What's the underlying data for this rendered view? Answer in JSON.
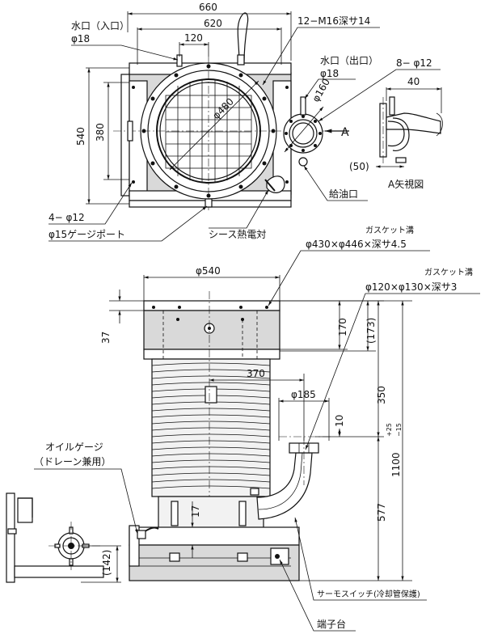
{
  "top_view": {
    "dim_660": "660",
    "dim_620": "620",
    "dim_120": "120",
    "dim_540": "540",
    "dim_380": "380",
    "dim_480": "φ480",
    "dim_160": "φ160",
    "water_in_label": "水口（入口）",
    "water_in_size": "φ18",
    "bolt_label": "12−M16深サ14",
    "water_out_label": "水口（出口）",
    "water_out_size": "φ18",
    "holes_8": "8− φ12",
    "arrow_a": "A",
    "holes_4": "4− φ12",
    "gauge_port": "φ15ゲージポート",
    "oil_fill": "給油口",
    "sheath_tc": "シース熱電対"
  },
  "a_view": {
    "dim_40": "40",
    "dim_50": "(50)",
    "title": "A矢視図"
  },
  "front_view": {
    "dim_540": "φ540",
    "dim_37": "37",
    "dim_170": "170",
    "dim_173": "(173)",
    "dim_370": "370",
    "dim_185": "φ185",
    "dim_10": "10",
    "dim_350": "350",
    "dim_1100": "1100",
    "dim_1100_tol_plus": "+25",
    "dim_1100_tol_minus": "−15",
    "dim_17": "17",
    "dim_577": "577",
    "dim_142": "(142)",
    "gasket1_title": "ガスケット溝",
    "gasket1_dims": "φ430×φ446×深サ4.5",
    "gasket2_title": "ガスケット溝",
    "gasket2_dims": "φ120×φ130×深サ3",
    "oil_gauge": "オイルゲージ",
    "drain": "（ドレーン兼用）",
    "thermo_switch": "サーモスイッチ(冷却管保護)",
    "terminal": "端子台"
  }
}
